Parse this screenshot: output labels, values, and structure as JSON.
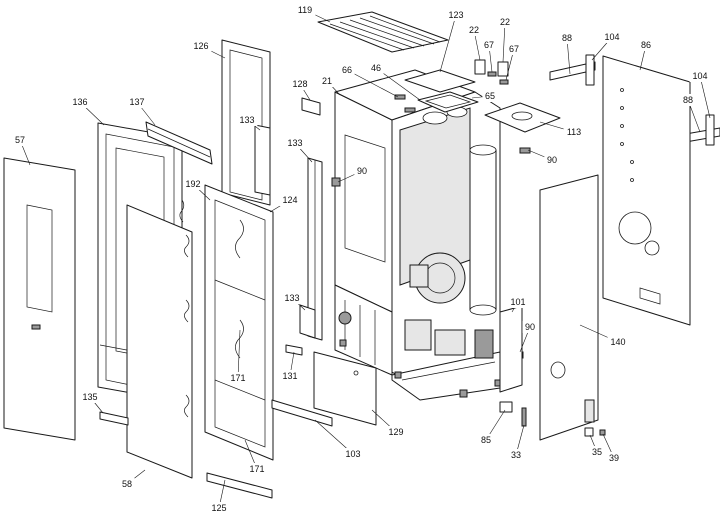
{
  "diagram": {
    "type": "exploded-parts-view",
    "callouts": [
      {
        "id": "c119",
        "label": "119"
      },
      {
        "id": "c123",
        "label": "123"
      },
      {
        "id": "c22a",
        "label": "22"
      },
      {
        "id": "c22b",
        "label": "22"
      },
      {
        "id": "c67a",
        "label": "67"
      },
      {
        "id": "c67b",
        "label": "67"
      },
      {
        "id": "c88a",
        "label": "88"
      },
      {
        "id": "c104a",
        "label": "104"
      },
      {
        "id": "c86",
        "label": "86"
      },
      {
        "id": "c104b",
        "label": "104"
      },
      {
        "id": "c88b",
        "label": "88"
      },
      {
        "id": "c126",
        "label": "126"
      },
      {
        "id": "c128",
        "label": "128"
      },
      {
        "id": "c21",
        "label": "21"
      },
      {
        "id": "c66",
        "label": "66"
      },
      {
        "id": "c46",
        "label": "46"
      },
      {
        "id": "c65",
        "label": "65"
      },
      {
        "id": "c113",
        "label": "113"
      },
      {
        "id": "c90a",
        "label": "90"
      },
      {
        "id": "c136",
        "label": "136"
      },
      {
        "id": "c137",
        "label": "137"
      },
      {
        "id": "c133a",
        "label": "133"
      },
      {
        "id": "c133b",
        "label": "133"
      },
      {
        "id": "c90b",
        "label": "90"
      },
      {
        "id": "c57",
        "label": "57"
      },
      {
        "id": "c192",
        "label": "192"
      },
      {
        "id": "c124",
        "label": "124"
      },
      {
        "id": "c133c",
        "label": "133"
      },
      {
        "id": "c101",
        "label": "101"
      },
      {
        "id": "c90c",
        "label": "90"
      },
      {
        "id": "c140",
        "label": "140"
      },
      {
        "id": "c171a",
        "label": "171"
      },
      {
        "id": "c131",
        "label": "131"
      },
      {
        "id": "c135",
        "label": "135"
      },
      {
        "id": "c129",
        "label": "129"
      },
      {
        "id": "c103",
        "label": "103"
      },
      {
        "id": "c85",
        "label": "85"
      },
      {
        "id": "c33",
        "label": "33"
      },
      {
        "id": "c35",
        "label": "35"
      },
      {
        "id": "c39",
        "label": "39"
      },
      {
        "id": "c171b",
        "label": "171"
      },
      {
        "id": "c58",
        "label": "58"
      },
      {
        "id": "c125",
        "label": "125"
      }
    ]
  }
}
